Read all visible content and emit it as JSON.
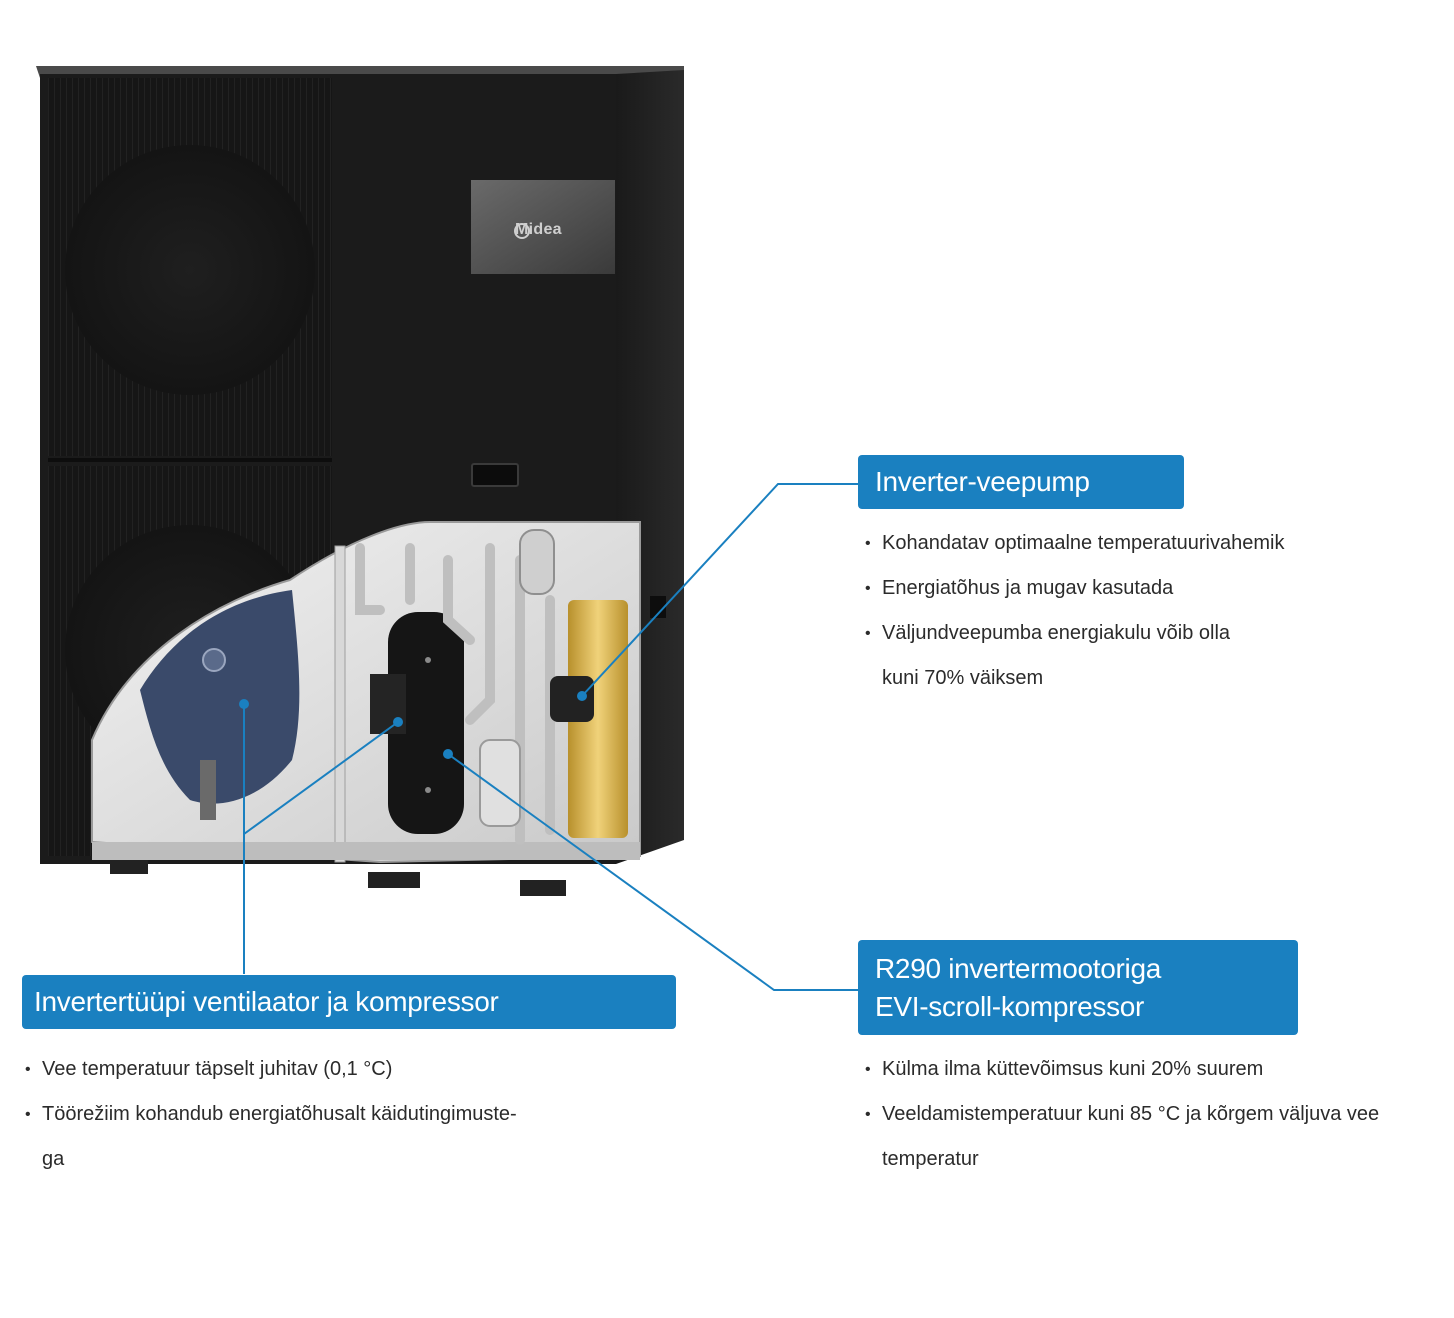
{
  "brand": {
    "logo_text": "Midea"
  },
  "colors": {
    "accent": "#1a80c0",
    "unit_body": "#1b1b1b",
    "text": "#2b2b2b"
  },
  "callouts": {
    "pump": {
      "title": "Inverter-veepump",
      "bullets": [
        "Kohandatav optimaalne temperatuurivahemik",
        "Energiatõhus ja mugav kasutada",
        "Väljundveepumba energiakulu võib olla",
        "kuni 70% väiksem"
      ]
    },
    "fan": {
      "title": "Invertertüüpi ventilaator ja kompressor",
      "bullets": [
        "Vee temperatuur täpselt juhitav (0,1 °C)",
        "Töörežiim kohandub energiatõhusalt käidutingimuste-",
        "ga"
      ]
    },
    "compressor": {
      "title_line1": "R290 invertermootoriga",
      "title_line2": "EVI-scroll-kompressor",
      "bullets": [
        "Külma ilma küttevõimsus kuni 20% suurem",
        "Veeldamistemperatuur kuni 85 °C ja kõrgem väljuva vee",
        "temperatur"
      ]
    }
  }
}
